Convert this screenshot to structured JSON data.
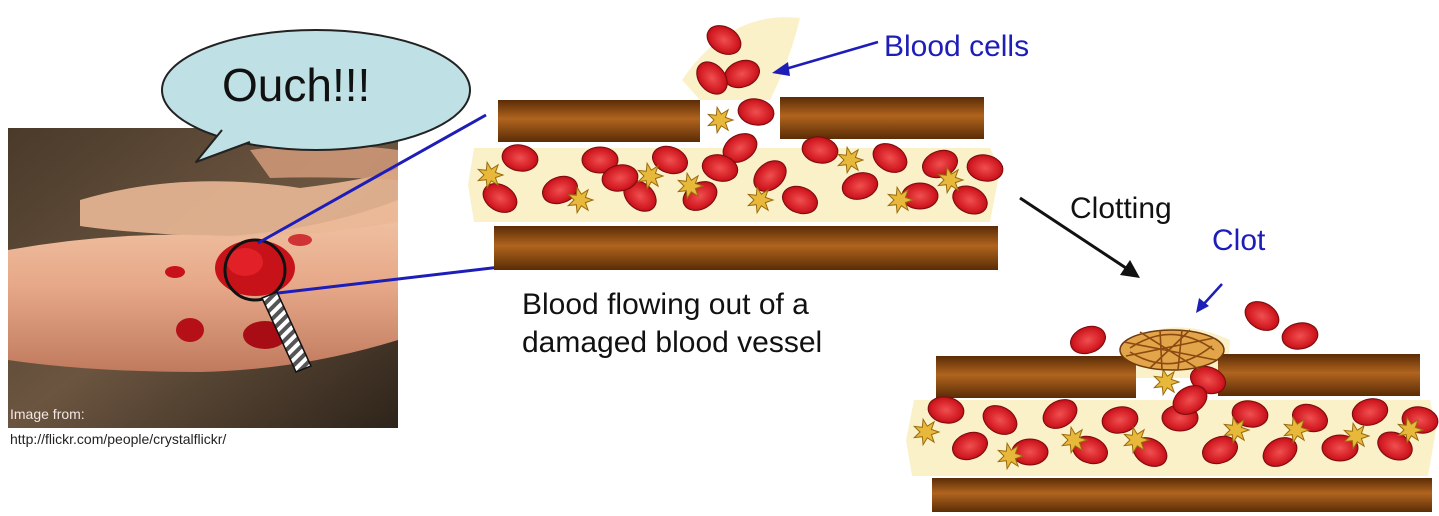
{
  "speech_bubble": {
    "text": "Ouch!!!"
  },
  "labels": {
    "blood_cells": "Blood cells",
    "flow_line1": "Blood flowing out of a",
    "flow_line2": "damaged blood vessel",
    "clotting": "Clotting",
    "clot": "Clot"
  },
  "photo": {
    "credit_line1": "Image from:",
    "credit_line2": "http://flickr.com/people/crystalflickr/"
  },
  "colors": {
    "vessel_brown": "#8a4a12",
    "plasma": "#fbf1c8",
    "red_cell": "#d61a22",
    "platelet": "#e8b83a",
    "callout_line": "#1d1db8",
    "bubble": "#bfe0e4"
  }
}
